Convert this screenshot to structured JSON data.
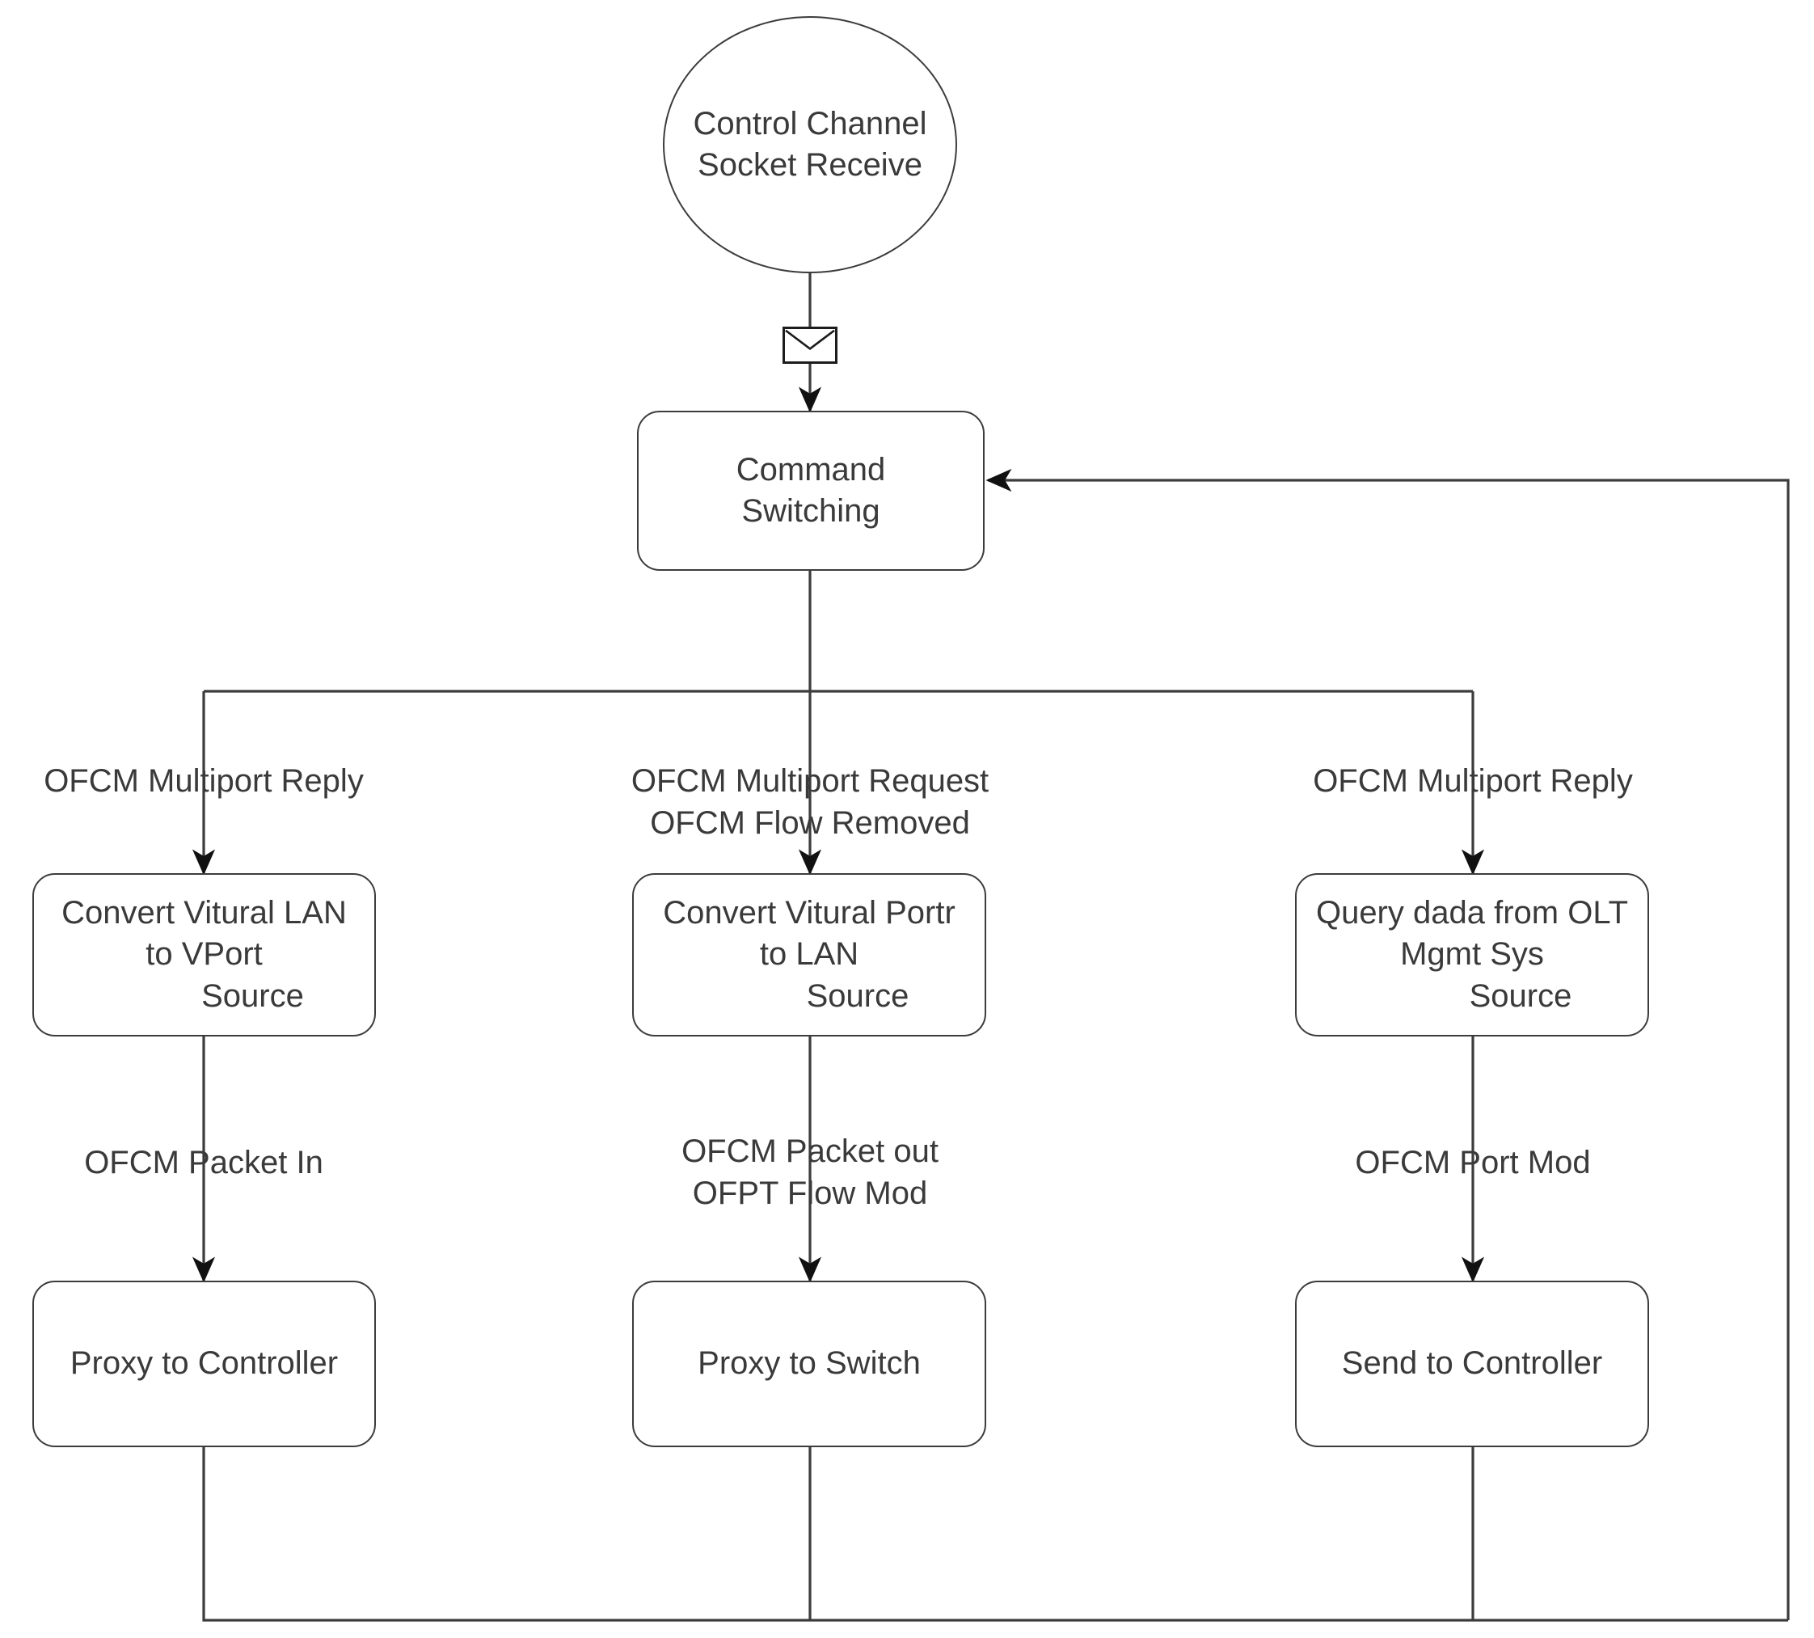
{
  "diagram": {
    "title": "Control Channel Message Processing Flow",
    "background_color": "#ffffff",
    "stroke_color": "#3c3c3c",
    "text_color": "#3a3a3a",
    "nodes": {
      "start": {
        "shape": "circle",
        "line1": "Control Channel",
        "line2": "Socket Receive"
      },
      "command_switching": {
        "shape": "rounded-rect",
        "line1": "Command",
        "line2": "Switching"
      },
      "convert_lan_to_vport": {
        "shape": "rounded-rect",
        "line1": "Convert Vitural LAN",
        "line2": "to VPort",
        "line3": "Source"
      },
      "convert_port_to_lan": {
        "shape": "rounded-rect",
        "line1": "Convert Vitural Portr",
        "line2": "to LAN",
        "line3": "Source"
      },
      "query_olt": {
        "shape": "rounded-rect",
        "line1": "Query dada from OLT",
        "line2": "Mgmt Sys",
        "line3": "Source"
      },
      "proxy_to_controller": {
        "shape": "rounded-rect",
        "line1": "Proxy to Controller"
      },
      "proxy_to_switch": {
        "shape": "rounded-rect",
        "line1": "Proxy to Switch"
      },
      "send_to_controller": {
        "shape": "rounded-rect",
        "line1": "Send to Controller"
      }
    },
    "edge_labels": {
      "left_branch": {
        "line1": "OFCM Multiport Reply"
      },
      "middle_branch": {
        "line1": "OFCM Multiport Request",
        "line2": "OFCM Flow Removed"
      },
      "right_branch": {
        "line1": "OFCM Multiport Reply"
      },
      "left_second": {
        "line1": "OFCM Packet In"
      },
      "middle_second": {
        "line1": "OFCM Packet out",
        "line2": "OFPT Flow Mod"
      },
      "right_second": {
        "line1": "OFCM Port Mod"
      }
    },
    "icons": {
      "message_envelope": "envelope-icon"
    }
  }
}
